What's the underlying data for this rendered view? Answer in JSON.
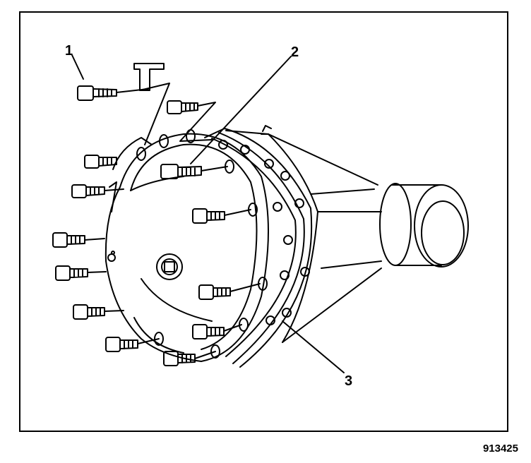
{
  "callouts": [
    {
      "id": "1",
      "label": "1"
    },
    {
      "id": "2",
      "label": "2"
    },
    {
      "id": "3",
      "label": "3"
    }
  ],
  "figure_number": "913425",
  "colors": {
    "ink": "#000000",
    "paper": "#ffffff"
  }
}
